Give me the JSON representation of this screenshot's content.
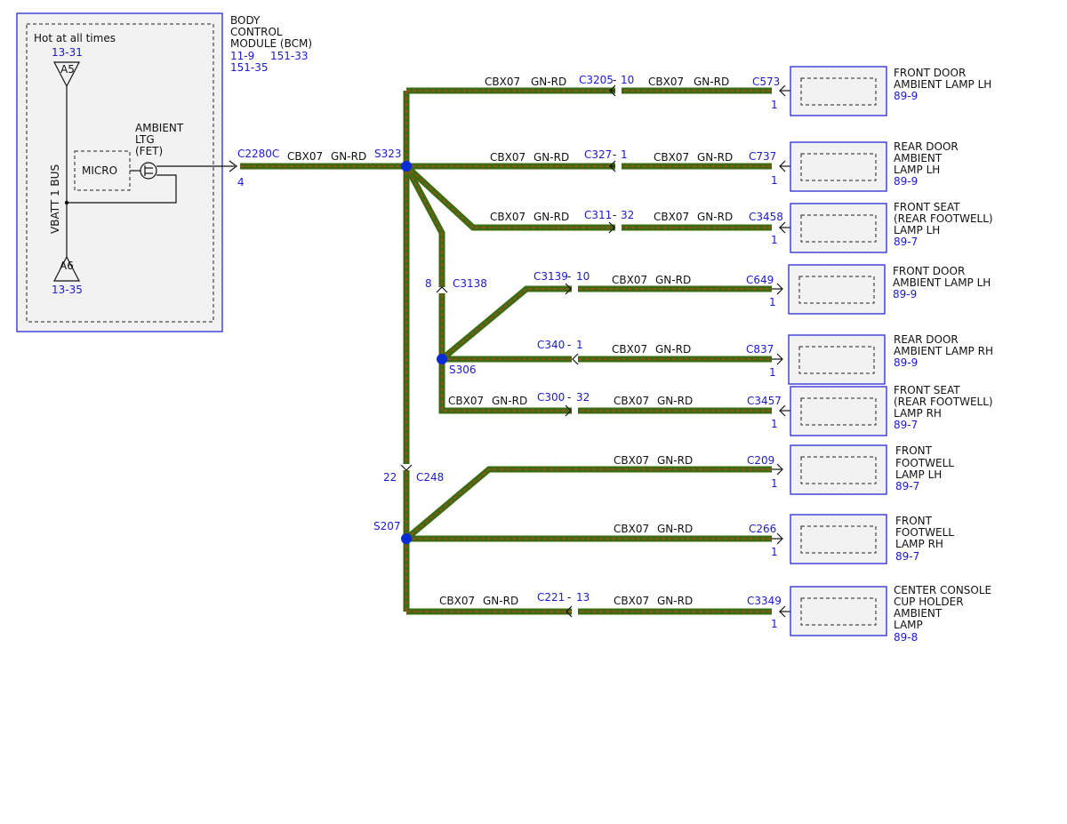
{
  "bcm": {
    "title_lines": [
      "BODY",
      "CONTROL",
      "MODULE (BCM)"
    ],
    "refs_line1": [
      "11-9",
      "151-33"
    ],
    "refs_line2": "151-35",
    "hot_label": "Hot at all times",
    "a5_ref": "13-31",
    "a5_label": "A5",
    "a6_label": "A6",
    "a6_ref": "13-35",
    "bus_label": "VBATT 1 BUS",
    "micro_label": "MICRO",
    "fet_lines": [
      "AMBIENT",
      "LTG",
      "(FET)"
    ],
    "connector": "C2280C",
    "pin": "4"
  },
  "main_wire": {
    "circuit": "CBX07",
    "color": "GN-RD"
  },
  "splices": {
    "s323": "S323",
    "s306": "S306",
    "s207": "S207"
  },
  "inline_connectors": {
    "c3138": {
      "pin": "8",
      "name": "C3138"
    },
    "c248": {
      "pin": "22",
      "name": "C248"
    }
  },
  "branches": [
    {
      "wire1_circuit": "CBX07",
      "wire1_color": "GN-RD",
      "inline": "C3205",
      "inline_pin": "10",
      "wire2_circuit": "CBX07",
      "wire2_color": "GN-RD",
      "connector": "C573",
      "pin": "1",
      "device_lines": [
        "FRONT DOOR",
        "AMBIENT LAMP LH"
      ],
      "device_ref": "89-9"
    },
    {
      "wire1_circuit": "CBX07",
      "wire1_color": "GN-RD",
      "inline": "C327",
      "inline_pin": "1",
      "wire2_circuit": "CBX07",
      "wire2_color": "GN-RD",
      "connector": "C737",
      "pin": "1",
      "device_lines": [
        "REAR DOOR",
        "AMBIENT",
        "LAMP LH"
      ],
      "device_ref": "89-9"
    },
    {
      "wire1_circuit": "CBX07",
      "wire1_color": "GN-RD",
      "inline": "C311",
      "inline_pin": "32",
      "wire2_circuit": "CBX07",
      "wire2_color": "GN-RD",
      "connector": "C3458",
      "pin": "1",
      "device_lines": [
        "FRONT SEAT",
        "(REAR FOOTWELL)",
        "LAMP LH"
      ],
      "device_ref": "89-7"
    },
    {
      "wire1_circuit": "",
      "wire1_color": "",
      "inline": "C3139",
      "inline_pin": "10",
      "wire2_circuit": "CBX07",
      "wire2_color": "GN-RD",
      "connector": "C649",
      "pin": "1",
      "device_lines": [
        "FRONT DOOR",
        "AMBIENT LAMP LH"
      ],
      "device_ref": "89-9"
    },
    {
      "wire1_circuit": "",
      "wire1_color": "",
      "inline": "C340",
      "inline_pin": "1",
      "wire2_circuit": "CBX07",
      "wire2_color": "GN-RD",
      "connector": "C837",
      "pin": "1",
      "device_lines": [
        "REAR DOOR",
        "AMBIENT LAMP RH"
      ],
      "device_ref": "89-9"
    },
    {
      "wire1_circuit": "CBX07",
      "wire1_color": "GN-RD",
      "inline": "C300",
      "inline_pin": "32",
      "wire2_circuit": "CBX07",
      "wire2_color": "GN-RD",
      "connector": "C3457",
      "pin": "1",
      "device_lines": [
        "FRONT SEAT",
        "(REAR FOOTWELL)",
        "LAMP RH"
      ],
      "device_ref": "89-7"
    },
    {
      "wire1_circuit": "",
      "wire1_color": "",
      "inline": "",
      "inline_pin": "",
      "wire2_circuit": "CBX07",
      "wire2_color": "GN-RD",
      "connector": "C209",
      "pin": "1",
      "device_lines": [
        "FRONT",
        "FOOTWELL",
        "LAMP LH"
      ],
      "device_ref": "89-7"
    },
    {
      "wire1_circuit": "",
      "wire1_color": "",
      "inline": "",
      "inline_pin": "",
      "wire2_circuit": "CBX07",
      "wire2_color": "GN-RD",
      "connector": "C266",
      "pin": "1",
      "device_lines": [
        "FRONT",
        "FOOTWELL",
        "LAMP RH"
      ],
      "device_ref": "89-7"
    },
    {
      "wire1_circuit": "CBX07",
      "wire1_color": "GN-RD",
      "inline": "C221",
      "inline_pin": "13",
      "wire2_circuit": "CBX07",
      "wire2_color": "GN-RD",
      "connector": "C3349",
      "pin": "1",
      "device_lines": [
        "CENTER CONSOLE",
        "CUP HOLDER",
        "AMBIENT",
        "LAMP"
      ],
      "device_ref": "89-8"
    }
  ]
}
